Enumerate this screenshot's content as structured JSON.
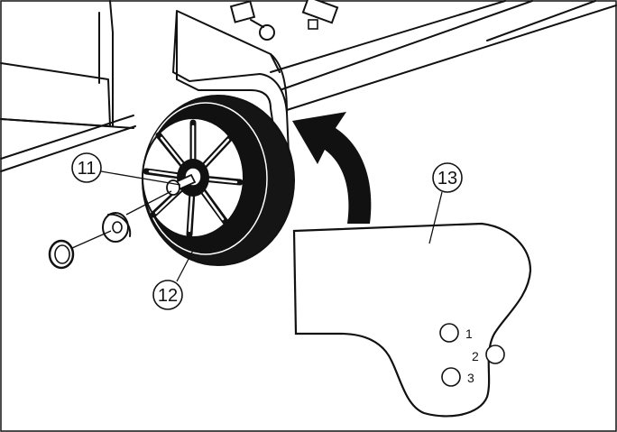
{
  "callouts": {
    "axle": "11",
    "wheel": "12",
    "plate": "13"
  },
  "height_positions": [
    "1",
    "2",
    "3"
  ],
  "colors": {
    "ink": "#111111",
    "tire": "#151515",
    "background": "#ffffff"
  },
  "icons": {
    "arrow": "curved-arrow-icon",
    "wheel": "wheel-icon",
    "washer": "washer-icon",
    "clip": "retaining-ring-icon"
  }
}
